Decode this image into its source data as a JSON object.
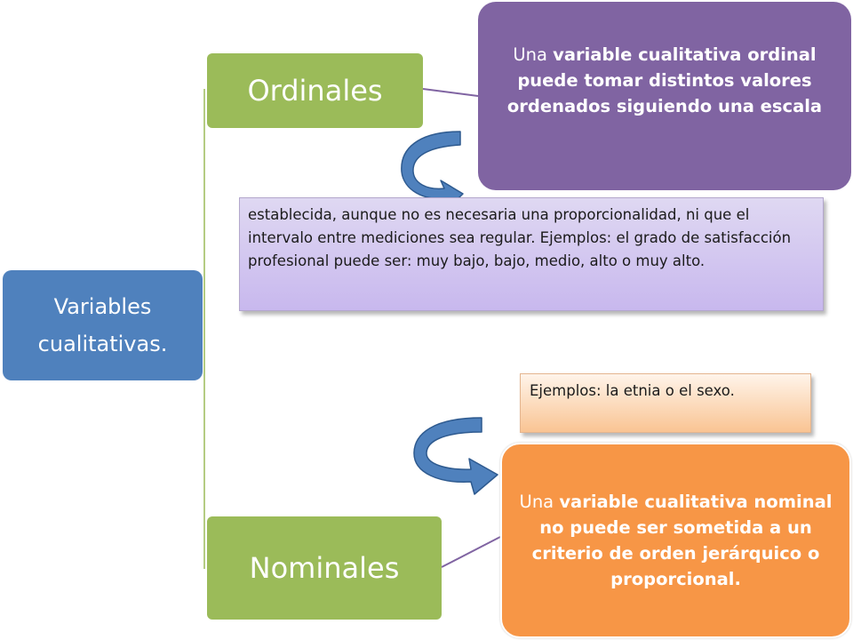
{
  "root": {
    "line1": "Variables",
    "line2": "cualitativas."
  },
  "branches": [
    {
      "label": "Ordinales"
    },
    {
      "label": "Nominales"
    }
  ],
  "definitions": {
    "ordinal": {
      "prefix": "Una ",
      "bold": "variable cualitativa ordinal puede tomar distintos valores ordenados siguiendo una escala"
    },
    "nominal": {
      "prefix": "Una ",
      "bold": "variable cualitativa nominal no puede ser sometida a un criterio de orden jerárquico o proporcional."
    }
  },
  "notes": {
    "ordinal": "establecida, aunque no es necesaria una proporcionalidad, ni que el intervalo entre mediciones sea regular. Ejemplos: el grado de satisfacción profesional puede ser: muy bajo, bajo, medio, alto o muy alto.",
    "nominal": "Ejemplos: la etnia o el sexo."
  },
  "colors": {
    "root": "#4f81bd",
    "branch": "#9bbb59",
    "ordinal_definition": "#8064a2",
    "nominal_definition": "#f79646",
    "curved_arrow": "#4f81bd"
  }
}
